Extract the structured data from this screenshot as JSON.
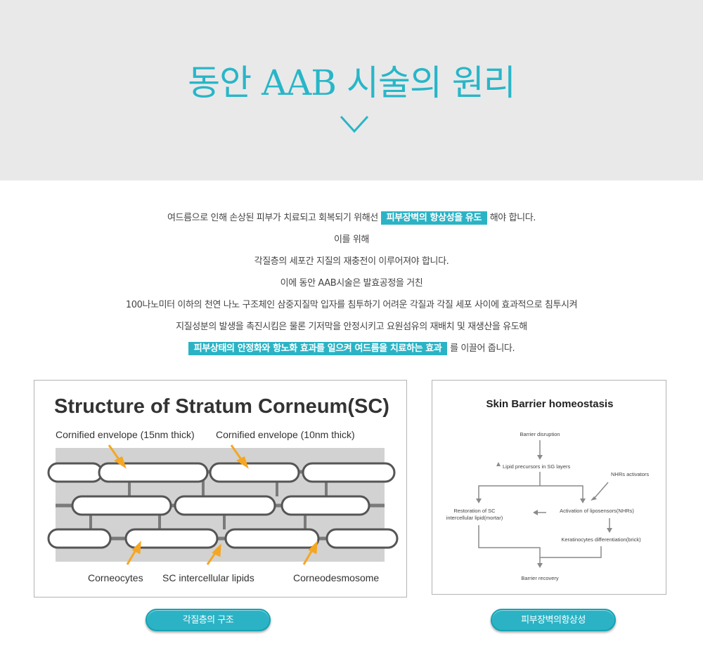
{
  "header": {
    "title": "동안 AAB 시술의 원리"
  },
  "intro": {
    "line1_pre": "여드름으로 인해 손상된 피부가 치료되고 회복되기 위해선",
    "line1_highlight": "피부장벽의 항상성을 유도",
    "line1_post": "해야 합니다.",
    "line2": "이를 위해",
    "line3": "각질층의 세포간 지질의 재충전이 이루어져야 합니다.",
    "line4": "이에 동안 AAB시술은 발효공정을 거친",
    "line5": "100나노미터 이하의 천연 나노 구조체인 삼중지질막 입자를 침투하기 어려운 각질과 각질 세포 사이에 효과적으로 침투시켜",
    "line6": "지질성분의 발생을 촉진시킴은 물론 기저막을 안정시키고 요원섬유의 재배치 및 재생산을 유도해",
    "line7_highlight": "피부상태의 안정화와 항노화 효과를 일으켜 여드름을 치료하는 효과",
    "line7_post": "를 이끌어 줍니다."
  },
  "figure1": {
    "title": "Structure of Stratum Corneum(SC)",
    "label_envelope_15": "Cornified envelope (15nm thick)",
    "label_envelope_10": "Cornified envelope (10nm thick)",
    "label_corneocytes": "Corneocytes",
    "label_lipids": "SC intercellular lipids",
    "label_corneodesmosome": "Corneodesmosome",
    "caption": "각질층의 구조"
  },
  "figure2": {
    "title": "Skin Barrier homeostasis",
    "barrier_disruption": "Barrier disruption",
    "lipid_precursors": "Lipid precursors in SG layers",
    "nhrs_activators": "NHRs activators",
    "restoration_1": "Restoration of SC",
    "restoration_2": "intercellular lipid(mortar)",
    "activation": "Activation of liposensors(NHRs)",
    "keratinocytes": "Keratinocytes differentiation(brick)",
    "barrier_recovery": "Barrier recovery",
    "caption": "피부장벽의항상성"
  },
  "colors": {
    "accent": "#2bb3c5",
    "header_bg": "#e9e9ea",
    "arrow_orange": "#f5a623"
  }
}
